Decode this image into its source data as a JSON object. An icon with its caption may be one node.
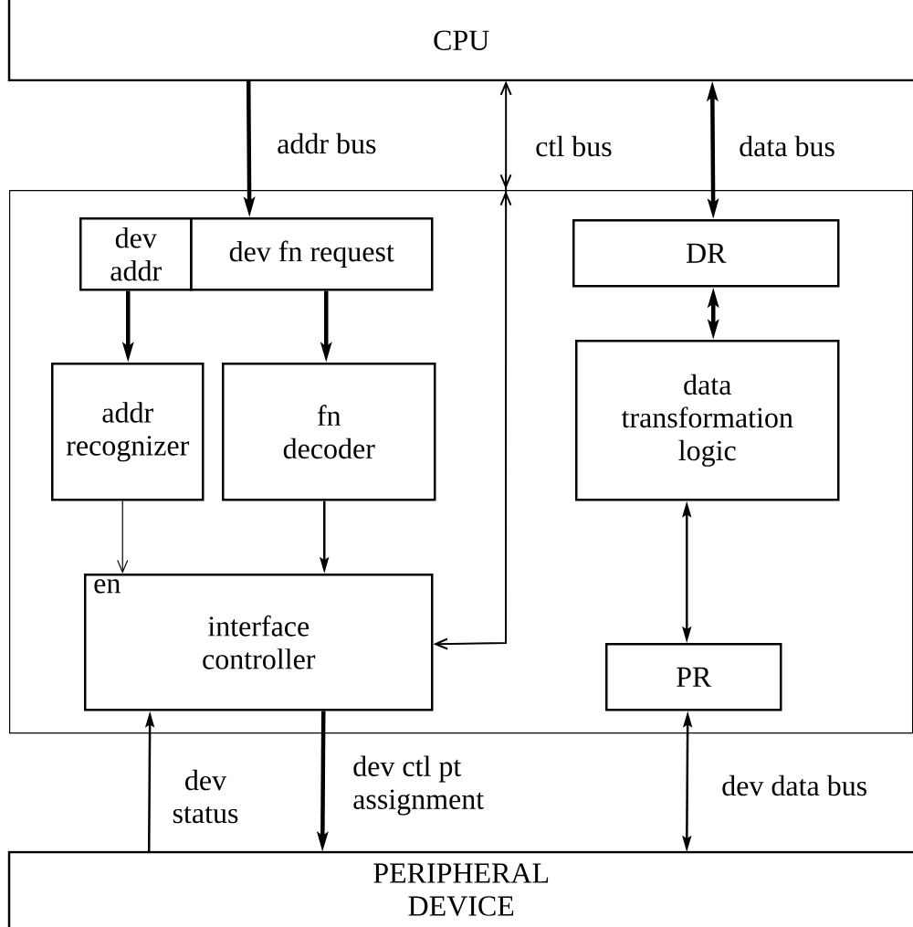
{
  "diagram": {
    "nodes": [
      {
        "text": [
          "CPU"
        ]
      },
      {
        "text": [],
        "shape": "box"
      },
      {
        "text": [
          "dev addr"
        ],
        "in": 1
      },
      {
        "text": [
          "dev fn request"
        ],
        "in": 1
      },
      {
        "text": [
          "DR"
        ],
        "in": 1
      },
      {
        "text": [
          "addr recognizer"
        ],
        "in": 1
      },
      {
        "text": [
          "fn decoder"
        ],
        "in": 1
      },
      {
        "text": [
          "data transformation logic"
        ],
        "in": 1
      },
      {
        "text": [
          "en",
          "interface controller"
        ],
        "in": 1
      },
      {
        "text": [
          "PR"
        ],
        "in": 1
      },
      {
        "text": [
          "PERIPHERAL DEVICE"
        ]
      }
    ],
    "edges": [
      {
        "from": 0,
        "to": 3,
        "arrow": "to",
        "label": "addr bus",
        "style": "thick"
      },
      {
        "from": 0,
        "to": 8,
        "arrow": "both",
        "label": "ctl bus"
      },
      {
        "from": 0,
        "to": 4,
        "arrow": "both",
        "label": "data bus",
        "style": "thick"
      },
      {
        "from": 2,
        "to": 5,
        "arrow": "to",
        "style": "thick"
      },
      {
        "from": 3,
        "to": 6,
        "arrow": "to",
        "style": "thick"
      },
      {
        "from": 4,
        "to": 7,
        "arrow": "both",
        "style": "thick"
      },
      {
        "from": 5,
        "to": 8,
        "arrow": "to"
      },
      {
        "from": 6,
        "to": 8,
        "arrow": "to"
      },
      {
        "from": 7,
        "to": 9,
        "arrow": "both"
      },
      {
        "from": 8,
        "to": 10,
        "arrow": "to",
        "label": "dev ctl pt assignment",
        "style": "thick"
      },
      {
        "from": 10,
        "to": 8,
        "arrow": "to",
        "label": "dev status"
      },
      {
        "from": 9,
        "to": 10,
        "arrow": "both",
        "label": "dev data bus"
      }
    ]
  }
}
